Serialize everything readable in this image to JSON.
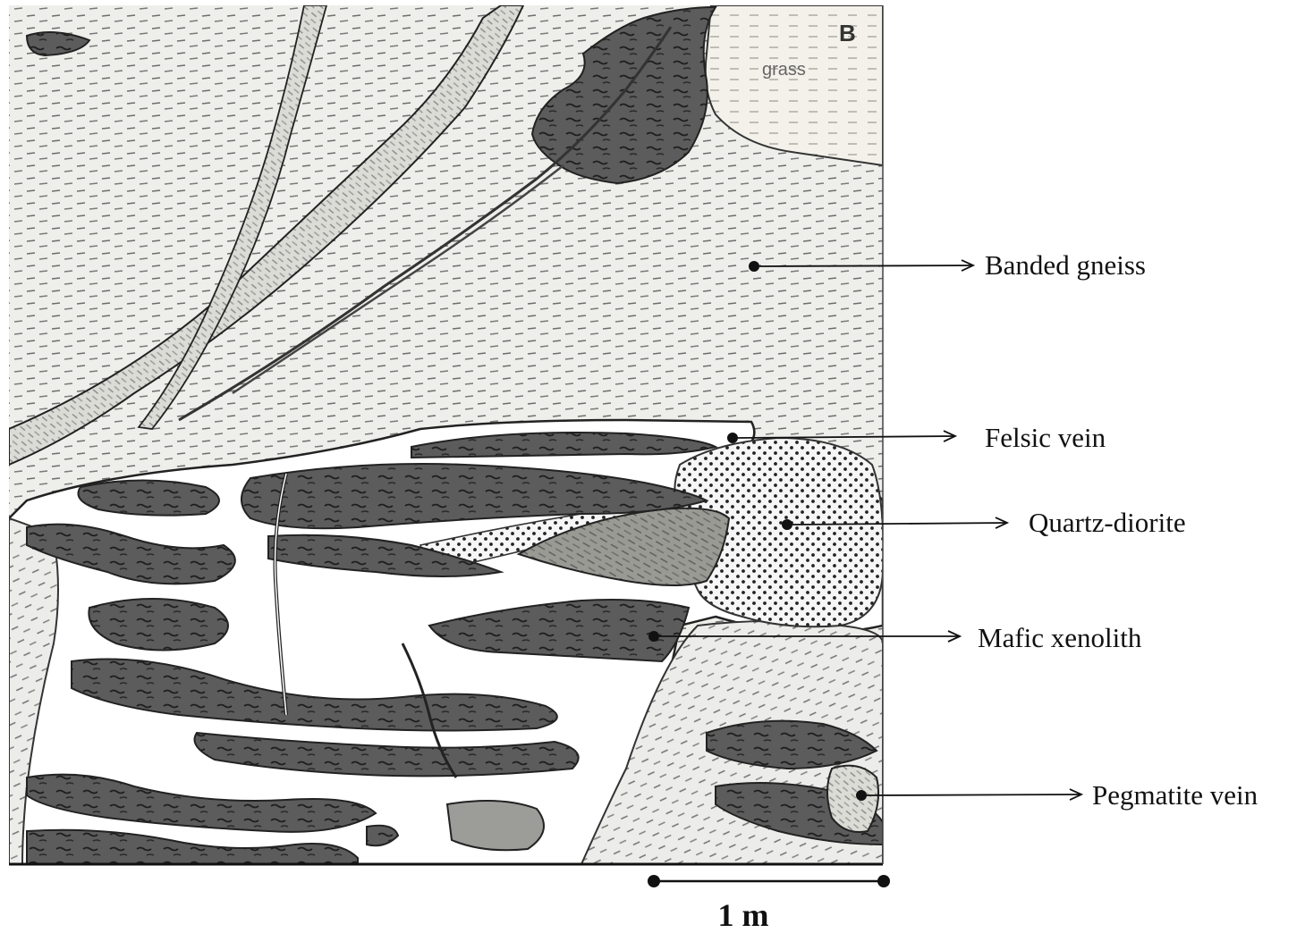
{
  "panel_letter": "B",
  "field_label": "grass",
  "callouts": [
    {
      "key": "banded",
      "label": "Banded gneiss"
    },
    {
      "key": "felsic",
      "label": "Felsic vein"
    },
    {
      "key": "quartz",
      "label": "Quartz-diorite"
    },
    {
      "key": "mafic",
      "label": "Mafic xenolith"
    },
    {
      "key": "pegmatite",
      "label": "Pegmatite vein"
    }
  ],
  "scale_bar": {
    "label": "1 m"
  },
  "colors": {
    "mafic": "#5c5c5c",
    "gneiss_bg": "#eeeeea",
    "pegmatite": "#d8d8d2",
    "felsic": "#ffffff",
    "ink": "#111111"
  }
}
